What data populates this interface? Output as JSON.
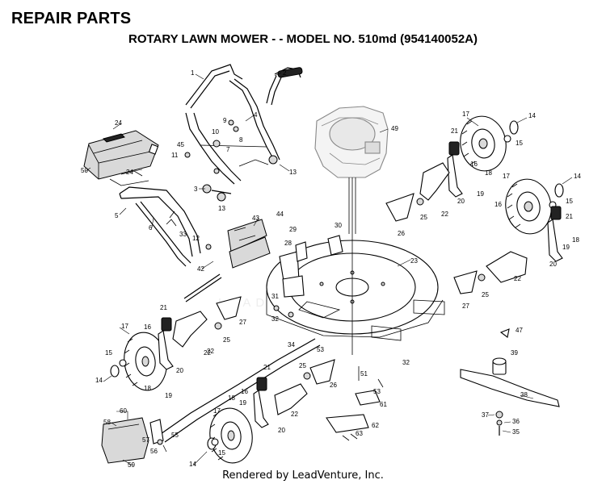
{
  "header": {
    "title": "REPAIR PARTS",
    "subtitle": "ROTARY LAWN MOWER - - MODEL NO. 510md (954140052A)"
  },
  "footer": {
    "text": "Rendered by LeadVenture, Inc."
  },
  "watermark": {
    "text": "LEADVENTURE"
  },
  "callouts": [
    {
      "label": "1"
    },
    {
      "label": "2"
    },
    {
      "label": "4"
    },
    {
      "label": "3"
    },
    {
      "label": "5"
    },
    {
      "label": "6"
    },
    {
      "label": "7"
    },
    {
      "label": "8"
    },
    {
      "label": "9"
    },
    {
      "label": "10"
    },
    {
      "label": "11"
    },
    {
      "label": "12"
    },
    {
      "label": "13"
    },
    {
      "label": "13"
    },
    {
      "label": "24"
    },
    {
      "label": "24"
    },
    {
      "label": "45"
    },
    {
      "label": "50"
    },
    {
      "label": "33"
    },
    {
      "label": "42"
    },
    {
      "label": "43"
    },
    {
      "label": "44"
    },
    {
      "label": "49"
    },
    {
      "label": "17"
    },
    {
      "label": "21"
    },
    {
      "label": "14"
    },
    {
      "label": "15"
    },
    {
      "label": "16"
    },
    {
      "label": "18"
    },
    {
      "label": "19"
    },
    {
      "label": "20"
    },
    {
      "label": "22"
    },
    {
      "label": "25"
    },
    {
      "label": "26"
    },
    {
      "label": "30"
    },
    {
      "label": "29"
    },
    {
      "label": "28"
    },
    {
      "label": "23"
    },
    {
      "label": "17"
    },
    {
      "label": "14"
    },
    {
      "label": "15"
    },
    {
      "label": "16"
    },
    {
      "label": "21"
    },
    {
      "label": "18"
    },
    {
      "label": "19"
    },
    {
      "label": "20"
    },
    {
      "label": "22"
    },
    {
      "label": "25"
    },
    {
      "label": "27"
    },
    {
      "label": "31"
    },
    {
      "label": "32"
    },
    {
      "label": "34"
    },
    {
      "label": "53"
    },
    {
      "label": "21"
    },
    {
      "label": "17"
    },
    {
      "label": "16"
    },
    {
      "label": "15"
    },
    {
      "label": "14"
    },
    {
      "label": "18"
    },
    {
      "label": "19"
    },
    {
      "label": "20"
    },
    {
      "label": "22"
    },
    {
      "label": "25"
    },
    {
      "label": "27"
    },
    {
      "label": "32"
    },
    {
      "label": "47"
    },
    {
      "label": "39"
    },
    {
      "label": "25"
    },
    {
      "label": "26"
    },
    {
      "label": "51"
    },
    {
      "label": "53"
    },
    {
      "label": "61"
    },
    {
      "label": "62"
    },
    {
      "label": "63"
    },
    {
      "label": "38"
    },
    {
      "label": "37"
    },
    {
      "label": "36"
    },
    {
      "label": "35"
    },
    {
      "label": "21"
    },
    {
      "label": "18"
    },
    {
      "label": "16"
    },
    {
      "label": "17"
    },
    {
      "label": "15"
    },
    {
      "label": "14"
    },
    {
      "label": "19"
    },
    {
      "label": "20"
    },
    {
      "label": "22"
    },
    {
      "label": "58"
    },
    {
      "label": "60"
    },
    {
      "label": "57"
    },
    {
      "label": "56"
    },
    {
      "label": "55"
    },
    {
      "label": "59"
    },
    {
      "label": "22"
    }
  ]
}
